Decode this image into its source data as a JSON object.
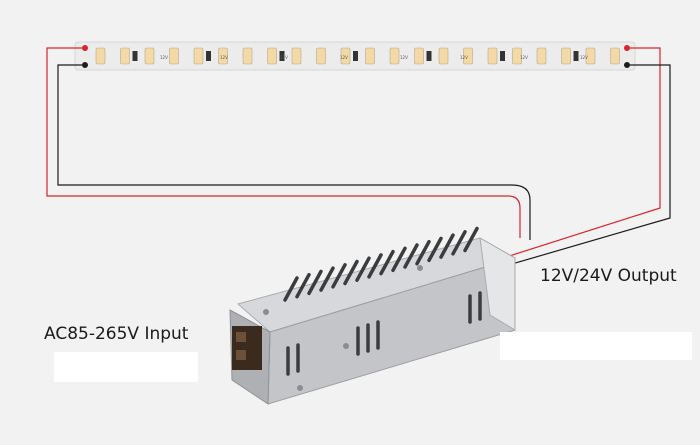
{
  "labels": {
    "output": "12V/24V Output",
    "input": "AC85-265V Input"
  },
  "strip": {
    "voltage_marks": [
      "12V",
      "12V",
      "12V",
      "12V",
      "12V",
      "12V",
      "12V",
      "12V"
    ],
    "led_color": "#f3d9a6",
    "pcb_color": "#ececec"
  },
  "colors": {
    "positive_wire": "#d9252a",
    "negative_wire": "#1c1c1c",
    "psu_body": "#c7c9cc",
    "terminal_block": "#3b2a1e"
  },
  "icons": {
    "wire_pos": "red-wire",
    "wire_neg": "black-wire"
  }
}
